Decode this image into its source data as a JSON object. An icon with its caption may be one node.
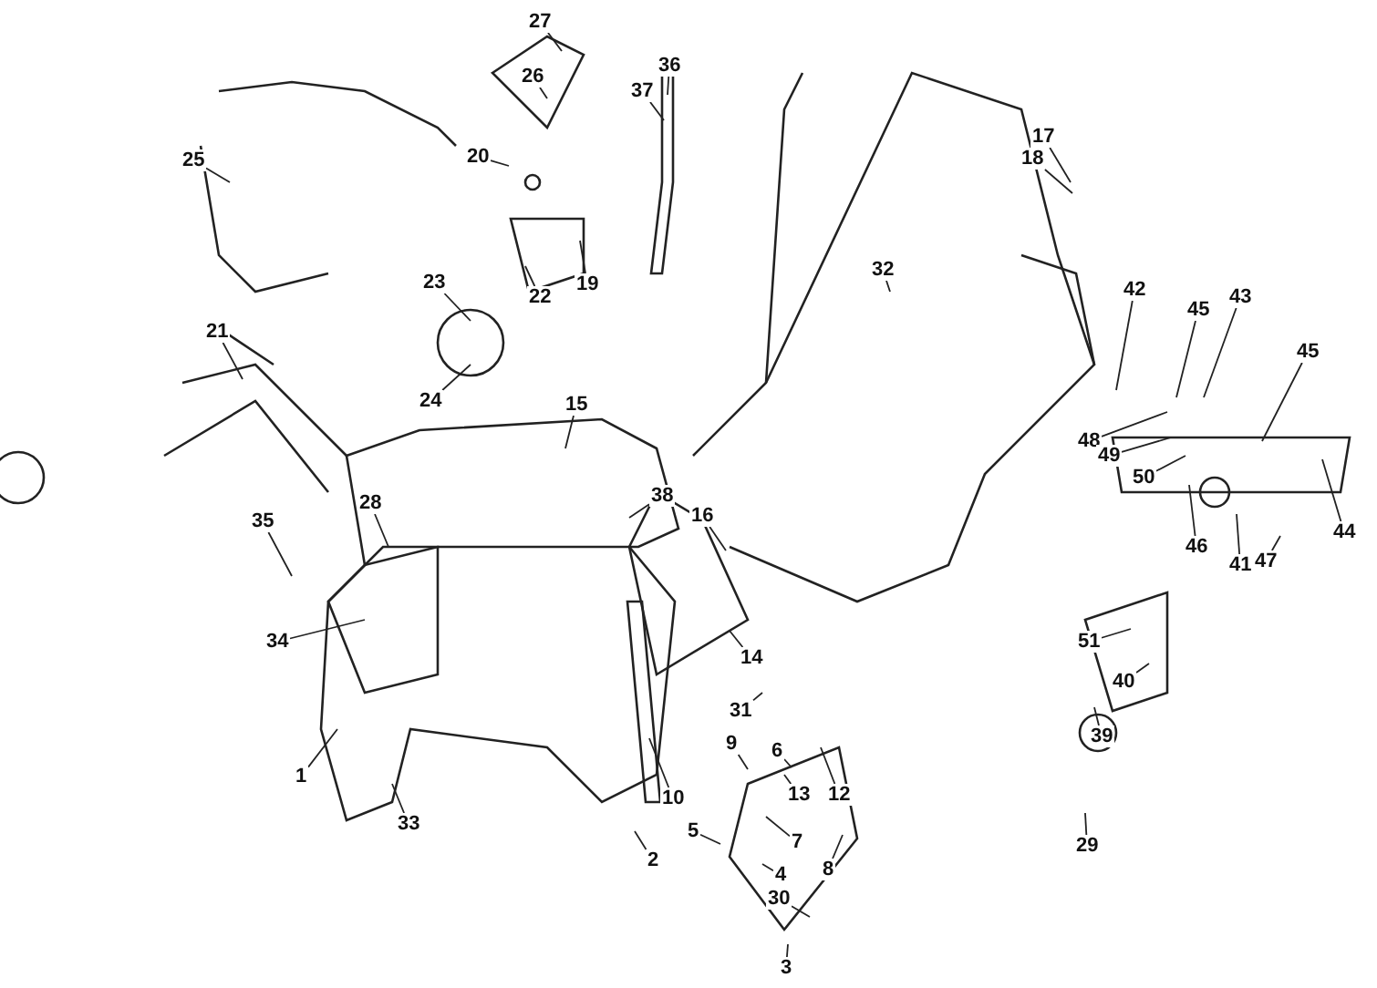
{
  "diagram": {
    "nodes": [
      {
        "text": [
          "27"
        ]
      },
      {
        "text": [
          "36"
        ]
      },
      {
        "text": [
          "26"
        ]
      },
      {
        "text": [
          "37"
        ]
      },
      {
        "text": [
          "25"
        ]
      },
      {
        "text": [
          "20"
        ]
      },
      {
        "text": [
          "17"
        ]
      },
      {
        "text": [
          "18"
        ]
      },
      {
        "text": [
          "32"
        ]
      },
      {
        "text": [
          "42"
        ]
      },
      {
        "text": [
          "23"
        ]
      },
      {
        "text": [
          "19"
        ]
      },
      {
        "text": [
          "22"
        ]
      },
      {
        "text": [
          "43"
        ]
      },
      {
        "text": [
          "45"
        ]
      },
      {
        "text": [
          "21"
        ]
      },
      {
        "text": [
          "45"
        ]
      },
      {
        "text": [
          "24"
        ]
      },
      {
        "text": [
          "15"
        ]
      },
      {
        "text": [
          "48"
        ]
      },
      {
        "text": [
          "49"
        ]
      },
      {
        "text": [
          "50"
        ]
      },
      {
        "text": [
          "38"
        ]
      },
      {
        "text": [
          "28"
        ]
      },
      {
        "text": [
          "16"
        ]
      },
      {
        "text": [
          "35"
        ]
      },
      {
        "text": [
          "44"
        ]
      },
      {
        "text": [
          "46"
        ]
      },
      {
        "text": [
          "41"
        ]
      },
      {
        "text": [
          "47"
        ]
      },
      {
        "text": [
          "34"
        ]
      },
      {
        "text": [
          "51"
        ]
      },
      {
        "text": [
          "14"
        ]
      },
      {
        "text": [
          "40"
        ]
      },
      {
        "text": [
          "31"
        ]
      },
      {
        "text": [
          "39"
        ]
      },
      {
        "text": [
          "9"
        ]
      },
      {
        "text": [
          "6"
        ]
      },
      {
        "text": [
          "1"
        ]
      },
      {
        "text": [
          "13"
        ]
      },
      {
        "text": [
          "10"
        ]
      },
      {
        "text": [
          "12"
        ]
      },
      {
        "text": [
          "33"
        ]
      },
      {
        "text": [
          "5"
        ]
      },
      {
        "text": [
          "7"
        ]
      },
      {
        "text": [
          "29"
        ]
      },
      {
        "text": [
          "2"
        ]
      },
      {
        "text": [
          "8"
        ]
      },
      {
        "text": [
          "4"
        ]
      },
      {
        "text": [
          "30"
        ]
      },
      {
        "text": [
          "3"
        ]
      }
    ],
    "edges": [
      {
        "from": 0,
        "to": null,
        "arrow": "none"
      },
      {
        "from": 1,
        "to": null,
        "arrow": "none"
      },
      {
        "from": 2,
        "to": null,
        "arrow": "none"
      },
      {
        "from": 3,
        "to": null,
        "arrow": "none"
      },
      {
        "from": 4,
        "to": null,
        "arrow": "none"
      },
      {
        "from": 5,
        "to": null,
        "arrow": "none"
      },
      {
        "from": 6,
        "to": null,
        "arrow": "none"
      },
      {
        "from": 7,
        "to": null,
        "arrow": "none"
      },
      {
        "from": 8,
        "to": null,
        "arrow": "none"
      },
      {
        "from": 9,
        "to": null,
        "arrow": "none"
      },
      {
        "from": 10,
        "to": null,
        "arrow": "none"
      },
      {
        "from": 11,
        "to": null,
        "arrow": "none"
      },
      {
        "from": 12,
        "to": null,
        "arrow": "none"
      },
      {
        "from": 13,
        "to": null,
        "arrow": "none"
      },
      {
        "from": 14,
        "to": null,
        "arrow": "none"
      },
      {
        "from": 15,
        "to": null,
        "arrow": "none"
      },
      {
        "from": 16,
        "to": null,
        "arrow": "none"
      },
      {
        "from": 17,
        "to": null,
        "arrow": "none"
      },
      {
        "from": 18,
        "to": null,
        "arrow": "none"
      },
      {
        "from": 19,
        "to": null,
        "arrow": "none"
      },
      {
        "from": 20,
        "to": null,
        "arrow": "none"
      },
      {
        "from": 21,
        "to": null,
        "arrow": "none"
      },
      {
        "from": 22,
        "to": null,
        "arrow": "none"
      },
      {
        "from": 23,
        "to": null,
        "arrow": "none"
      },
      {
        "from": 24,
        "to": null,
        "arrow": "none"
      },
      {
        "from": 25,
        "to": null,
        "arrow": "none"
      },
      {
        "from": 26,
        "to": null,
        "arrow": "none"
      },
      {
        "from": 27,
        "to": null,
        "arrow": "none"
      },
      {
        "from": 28,
        "to": null,
        "arrow": "none"
      },
      {
        "from": 29,
        "to": null,
        "arrow": "none"
      },
      {
        "from": 30,
        "to": null,
        "arrow": "none"
      },
      {
        "from": 31,
        "to": null,
        "arrow": "none"
      },
      {
        "from": 32,
        "to": null,
        "arrow": "none"
      },
      {
        "from": 33,
        "to": null,
        "arrow": "none"
      },
      {
        "from": 34,
        "to": null,
        "arrow": "none"
      },
      {
        "from": 35,
        "to": null,
        "arrow": "none"
      },
      {
        "from": 36,
        "to": null,
        "arrow": "none"
      },
      {
        "from": 37,
        "to": null,
        "arrow": "none"
      },
      {
        "from": 38,
        "to": null,
        "arrow": "none"
      },
      {
        "from": 39,
        "to": null,
        "arrow": "none"
      },
      {
        "from": 40,
        "to": null,
        "arrow": "none"
      },
      {
        "from": 41,
        "to": null,
        "arrow": "none"
      },
      {
        "from": 42,
        "to": null,
        "arrow": "none"
      },
      {
        "from": 43,
        "to": null,
        "arrow": "none"
      },
      {
        "from": 44,
        "to": null,
        "arrow": "none"
      },
      {
        "from": 45,
        "to": null,
        "arrow": "none"
      },
      {
        "from": 46,
        "to": null,
        "arrow": "none"
      },
      {
        "from": 47,
        "to": null,
        "arrow": "none"
      },
      {
        "from": 48,
        "to": null,
        "arrow": "none"
      },
      {
        "from": 49,
        "to": null,
        "arrow": "none"
      },
      {
        "from": 50,
        "to": null,
        "arrow": "none"
      }
    ]
  }
}
